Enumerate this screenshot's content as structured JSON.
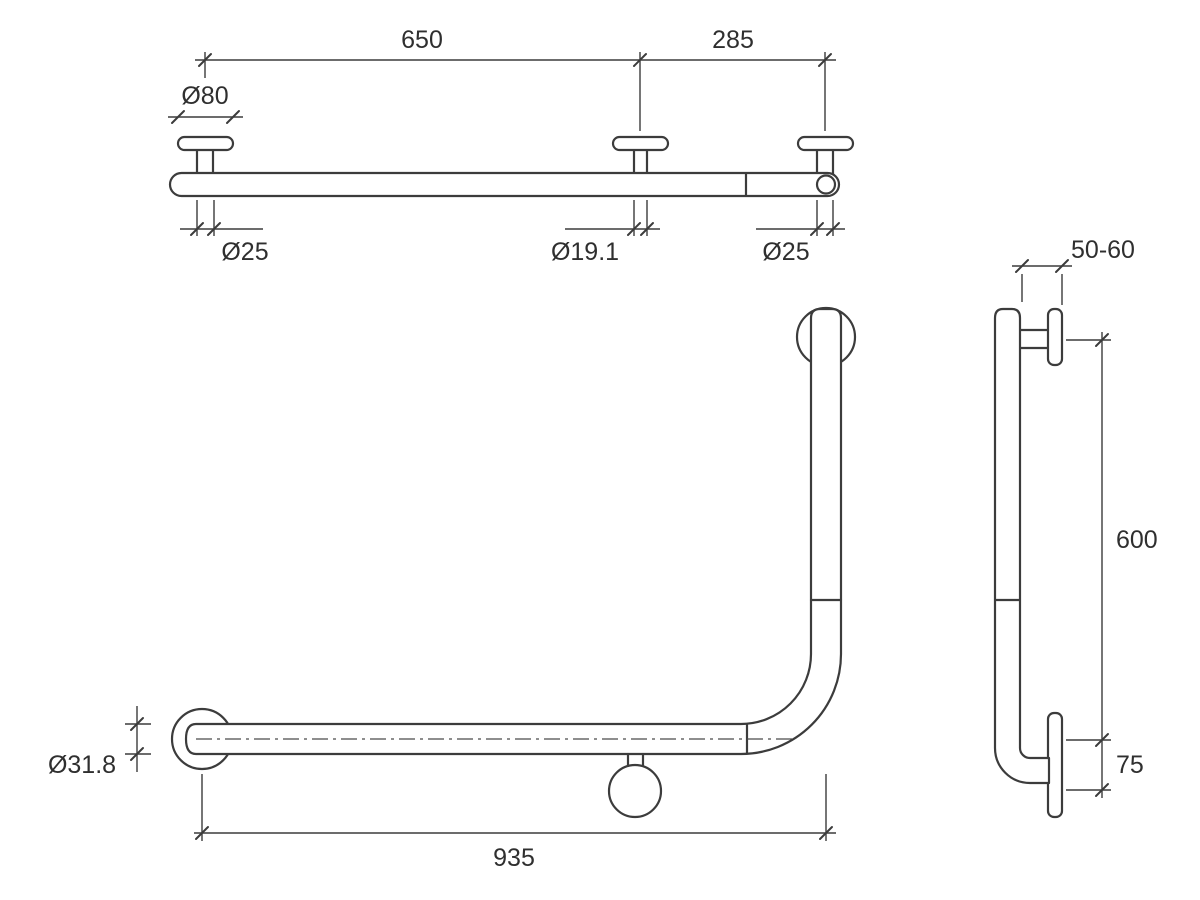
{
  "views": {
    "top": {
      "dims": {
        "length_main": "650",
        "length_end": "285",
        "flange_diameter": "Ø80",
        "post_left": "Ø25",
        "post_middle": "Ø19.1",
        "post_right": "Ø25"
      }
    },
    "front": {
      "dims": {
        "tube_diameter": "Ø31.8",
        "overall_width": "935"
      }
    },
    "side": {
      "dims": {
        "wall_offset": "50-60",
        "vertical_height": "600",
        "bottom_offset": "75"
      }
    }
  }
}
